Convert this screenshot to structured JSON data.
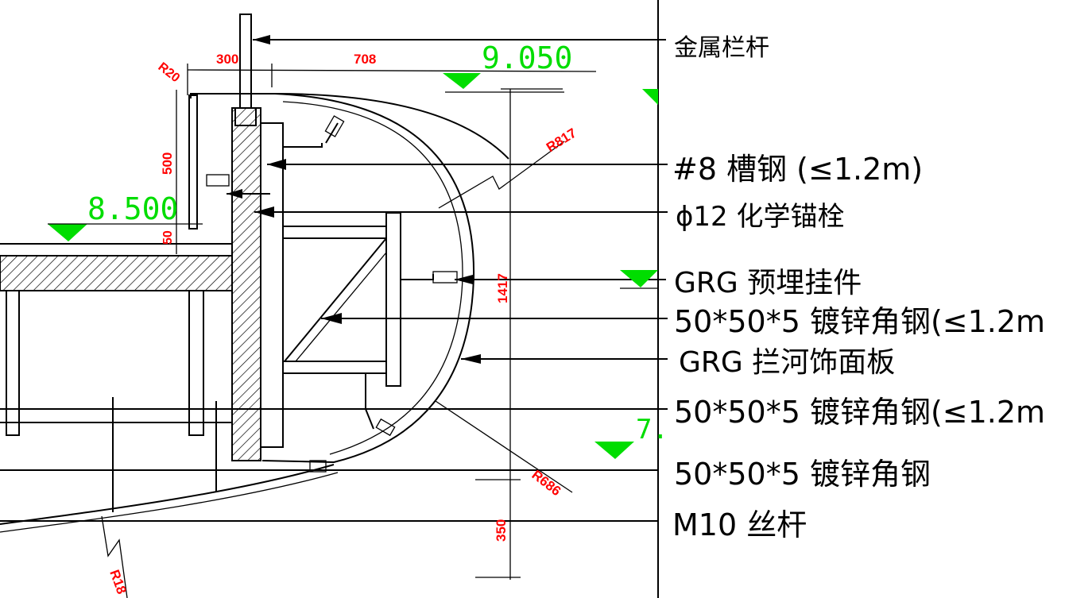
{
  "labels": {
    "railing": "金属栏杆",
    "channel_steel": "#8 槽钢 (≤1.2m)",
    "anchor_bolt": "ϕ12 化学锚栓",
    "grg_embed": "GRG 预埋挂件",
    "angle_steel_1": "50*50*5 镀锌角钢(≤1.2m",
    "grg_panel": "GRG 拦河饰面板",
    "angle_steel_2": "50*50*5 镀锌角钢(≤1.2m",
    "angle_steel_3": "50*50*5 镀锌角钢",
    "rod": "M10 丝杆"
  },
  "dimensions": {
    "d300": "300",
    "d708": "708",
    "r20": "R20",
    "r817": "R817",
    "d500": "500",
    "d50": "50",
    "d1417": "1417",
    "r686": "R686",
    "d350": "350",
    "r18": "R18"
  },
  "levels": {
    "top": "9.050",
    "mid": "8.500",
    "low": "7."
  },
  "colors": {
    "lines": "#000000",
    "dimension_text": "#ff0000",
    "level_marks": "#00dd00"
  }
}
